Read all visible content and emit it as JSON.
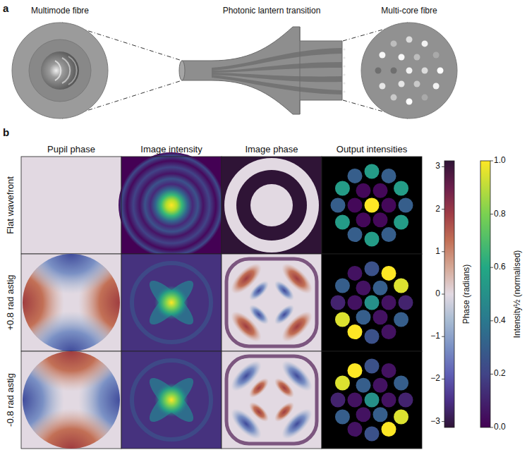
{
  "diagram": {
    "labels": [
      "a",
      "Multimode fibre",
      "Photonic lantern transition",
      "Multi-core fibre",
      "b",
      "Pupil phase",
      "Image intensity",
      "Image phase",
      "Output intensities",
      "Flat wavefront",
      "+0.8 rad astig",
      "-0.8 rad astig",
      "Phase (radians)",
      "3",
      "2",
      "1",
      "0",
      "−1",
      "−2",
      "−3",
      "Intensity½ (normalised)",
      "1.0",
      "0.8",
      "0.6",
      "0.4",
      "0.2",
      "0.0"
    ]
  }
}
